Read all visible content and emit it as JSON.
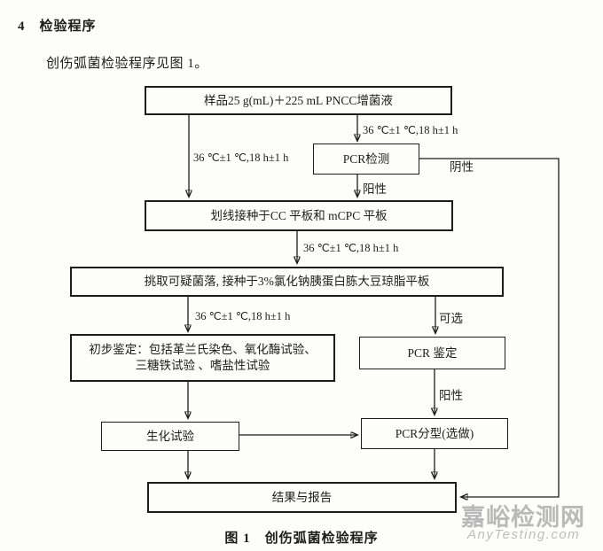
{
  "page": {
    "heading": "4　检验程序",
    "intro": "创伤弧菌检验程序见图 1。",
    "caption": "图 1　创伤弧菌检验程序",
    "watermark_cn": "嘉峪检测网",
    "watermark_en": "AnyTesting.com"
  },
  "flowchart": {
    "nodes": {
      "sample": "样品25 g(mL)＋225 mL PNCC增菌液",
      "pcr_test": "PCR检测",
      "streak": "划线接种于CC 平板和 mCPC 平板",
      "pick": "挑取可疑菌落, 接种于3%氯化钠胰蛋白胨大豆琼脂平板",
      "prelim_line1": "初步鉴定：包括革兰氏染色、氧化酶试验、",
      "prelim_line2": "三糖铁试验 、嗜盐性试验",
      "pcr_id": "PCR 鉴定",
      "biochem": "生化试验",
      "pcr_type": "PCR分型(选做)",
      "result": "结果与报告"
    },
    "labels": {
      "incubate_1": "36 ℃±1 ℃,18 h±1 h",
      "incubate_2": "36 ℃±1 ℃,18 h±1 h",
      "positive_1": "阳性",
      "negative": "阴性",
      "incubate_3": "36 ℃±1 ℃,18 h±1 h",
      "incubate_4": "36 ℃±1 ℃,18 h±1 h",
      "optional": "可选",
      "positive_2": "阳性"
    },
    "colors": {
      "line": "#1d1d1d",
      "watermark": "#b9b9b9"
    }
  }
}
